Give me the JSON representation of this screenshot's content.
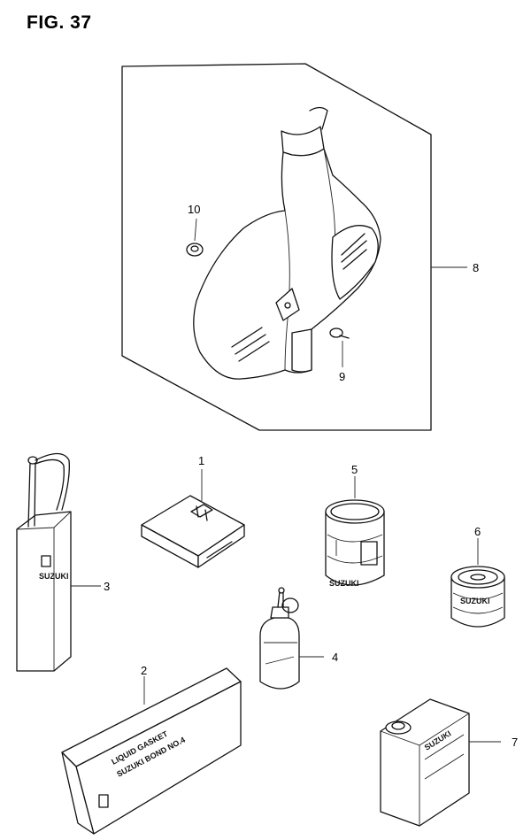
{
  "figure": {
    "title": "FIG. 37"
  },
  "callouts": [
    {
      "id": "1",
      "label": "1"
    },
    {
      "id": "2",
      "label": "2"
    },
    {
      "id": "3",
      "label": "3"
    },
    {
      "id": "4",
      "label": "4"
    },
    {
      "id": "5",
      "label": "5"
    },
    {
      "id": "6",
      "label": "6"
    },
    {
      "id": "7",
      "label": "7"
    },
    {
      "id": "8",
      "label": "8"
    },
    {
      "id": "9",
      "label": "9"
    },
    {
      "id": "10",
      "label": "10"
    }
  ],
  "product_text": {
    "bond_name": "SUZUKI BOND NO.4",
    "bond_sub": "LIQUID GASKET",
    "can_brand": "SUZUKI",
    "tin_brand": "SUZUKI",
    "tin7_brand": "SUZUKI"
  }
}
